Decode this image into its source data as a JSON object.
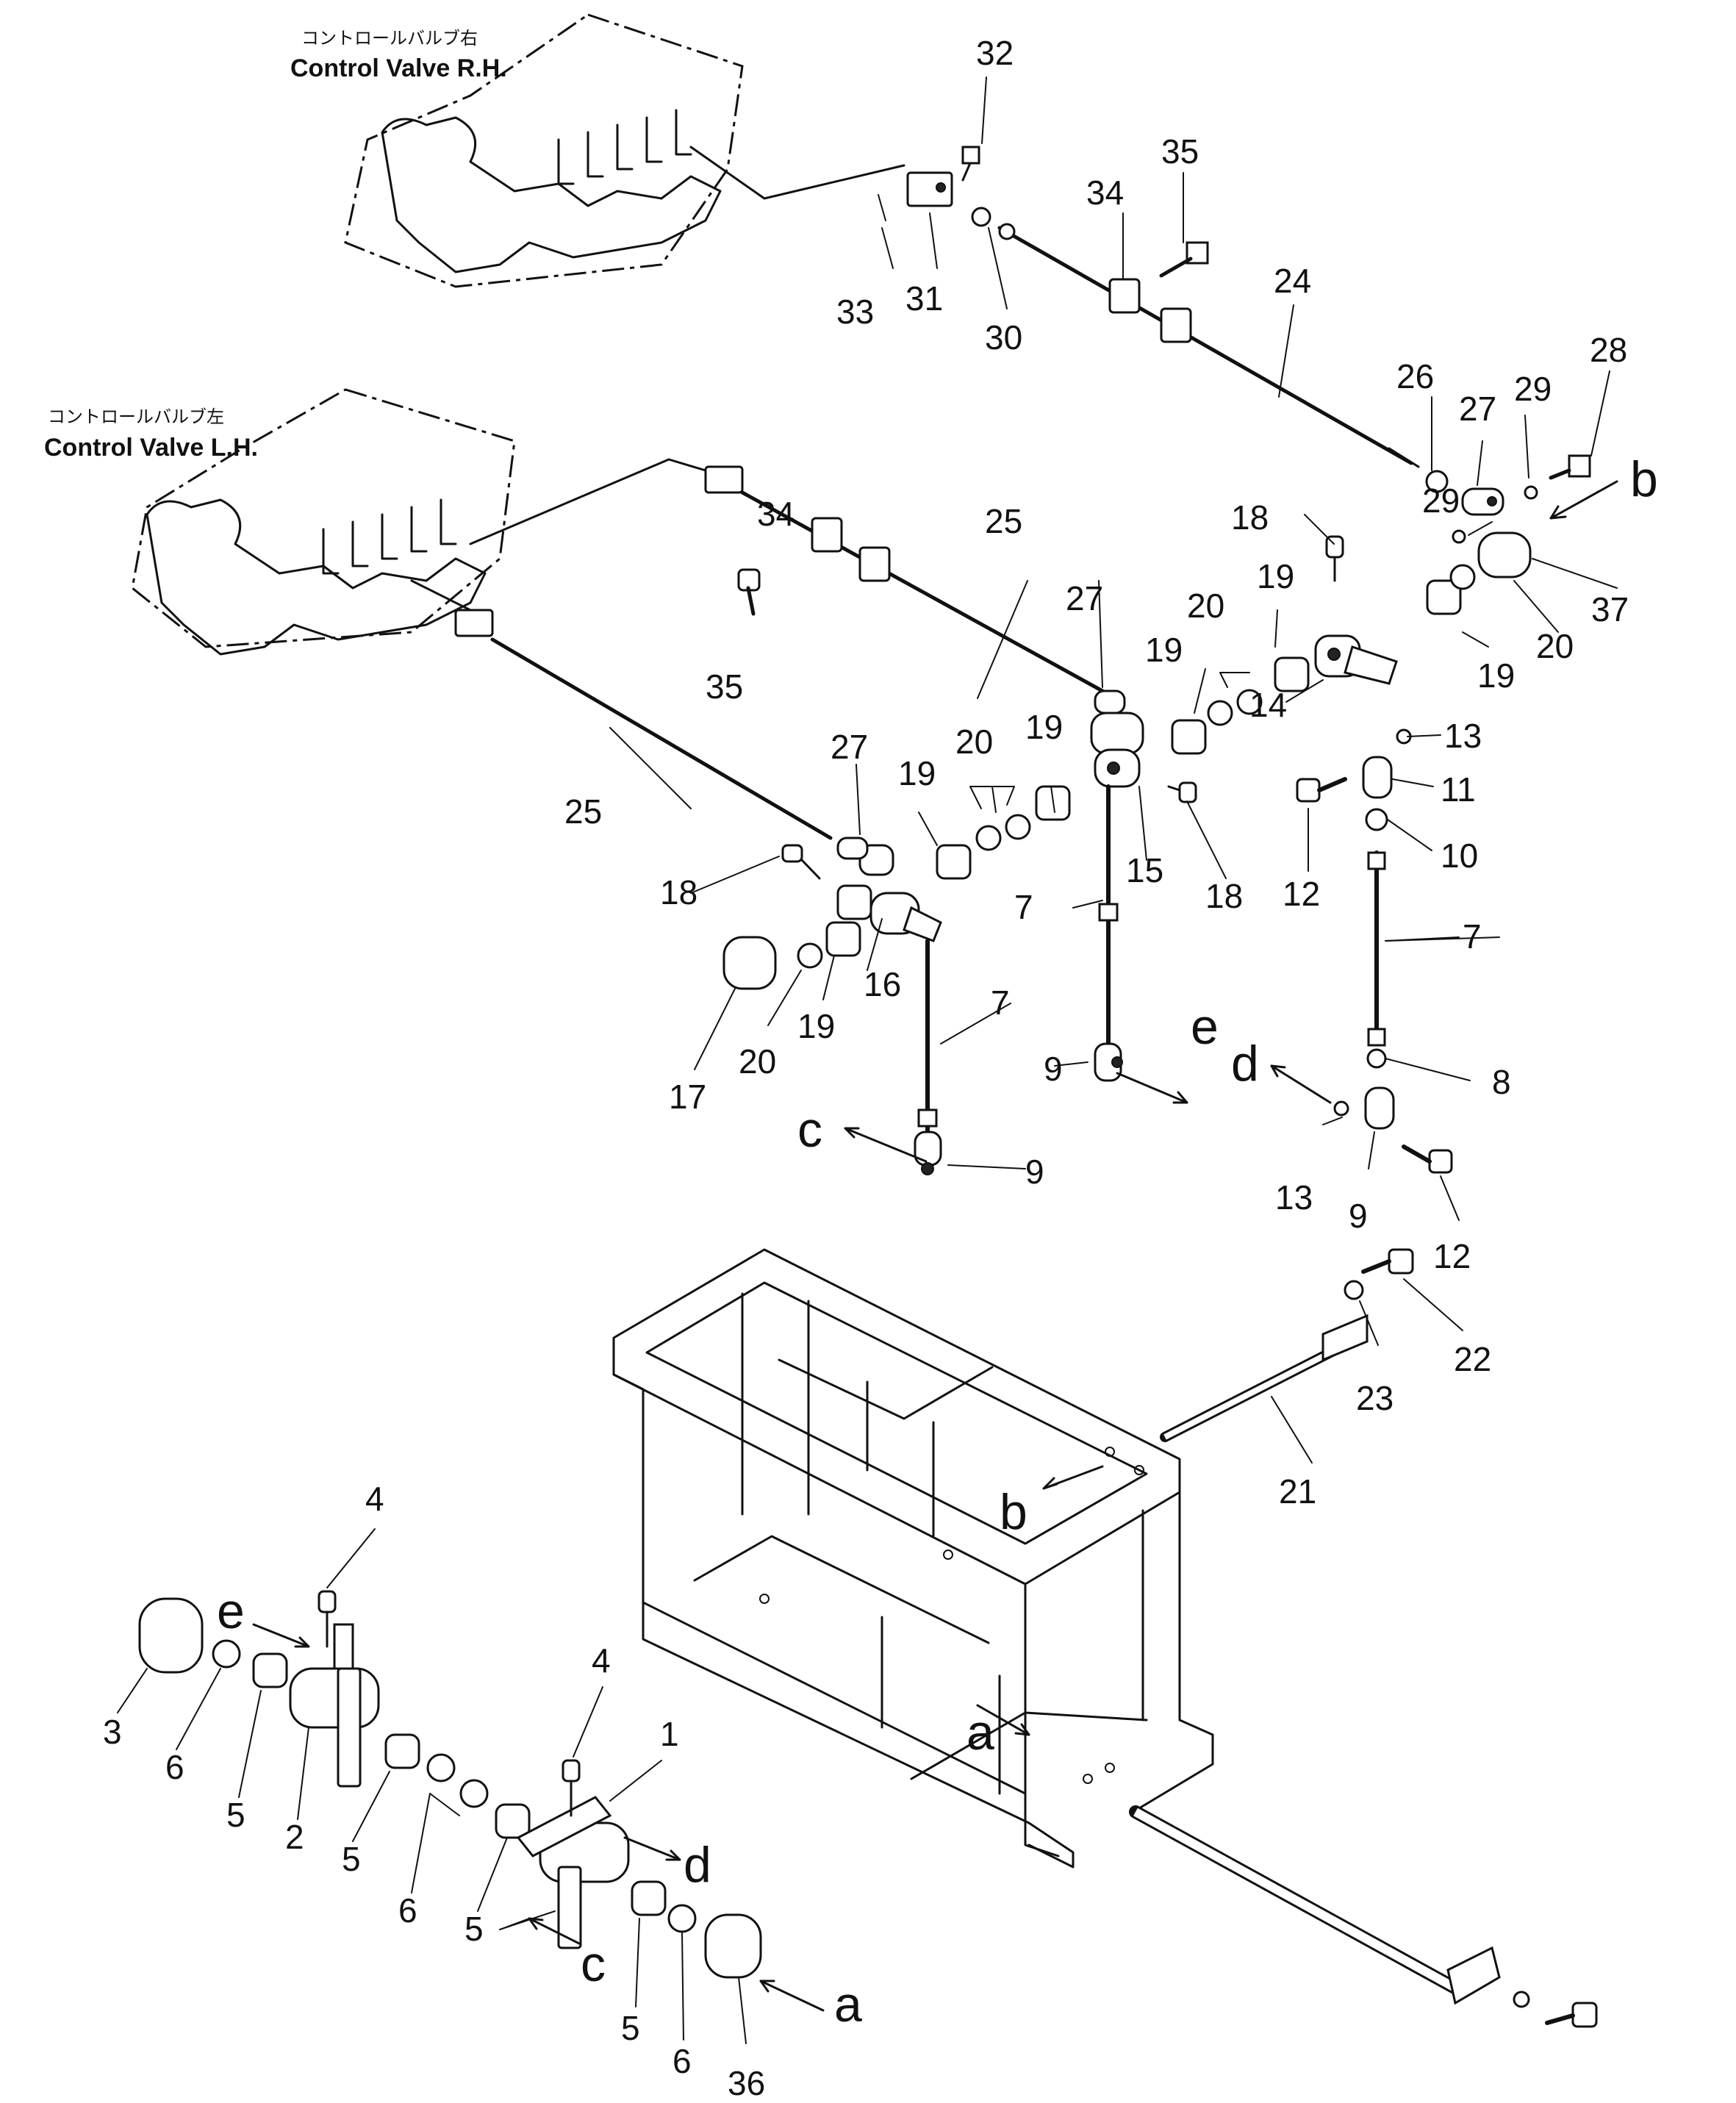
{
  "labels": {
    "valve_rh_jp": "コントロールバルブ右",
    "valve_rh_en": "Control Valve R.H.",
    "valve_lh_jp": "コントロールバルブ左",
    "valve_lh_en": "Control Valve L.H."
  },
  "callouts": {
    "p1": "1",
    "p2": "2",
    "p3": "3",
    "p4a": "4",
    "p4b": "4",
    "p5a": "5",
    "p5b": "5",
    "p5c": "5",
    "p5d": "5",
    "p6a": "6",
    "p6b": "6",
    "p6c": "6",
    "p7a": "7",
    "p7b": "7",
    "p7c": "7",
    "p8": "8",
    "p9a": "9",
    "p9b": "9",
    "p9c": "9",
    "p10": "10",
    "p11": "11",
    "p12a": "12",
    "p12b": "12",
    "p13a": "13",
    "p13b": "13",
    "p14": "14",
    "p15": "15",
    "p16": "16",
    "p17": "17",
    "p18a": "18",
    "p18b": "18",
    "p18c": "18",
    "p19a": "19",
    "p19b": "19",
    "p19c": "19",
    "p19d": "19",
    "p19e": "19",
    "p19f": "19",
    "p20a": "20",
    "p20b": "20",
    "p20c": "20",
    "p20d": "20",
    "p21": "21",
    "p22": "22",
    "p23": "23",
    "p24": "24",
    "p25a": "25",
    "p25b": "25",
    "p26": "26",
    "p27a": "27",
    "p27b": "27",
    "p27c": "27",
    "p28": "28",
    "p29a": "29",
    "p29b": "29",
    "p30": "30",
    "p31": "31",
    "p32": "32",
    "p33": "33",
    "p34a": "34",
    "p34b": "34",
    "p35a": "35",
    "p35b": "35",
    "p36": "36",
    "p37": "37"
  },
  "connection_letters": {
    "a1": "a",
    "a2": "a",
    "b1": "b",
    "b2": "b",
    "c1": "c",
    "c2": "c",
    "d1": "d",
    "d2": "d",
    "e1": "e",
    "e2": "e"
  }
}
